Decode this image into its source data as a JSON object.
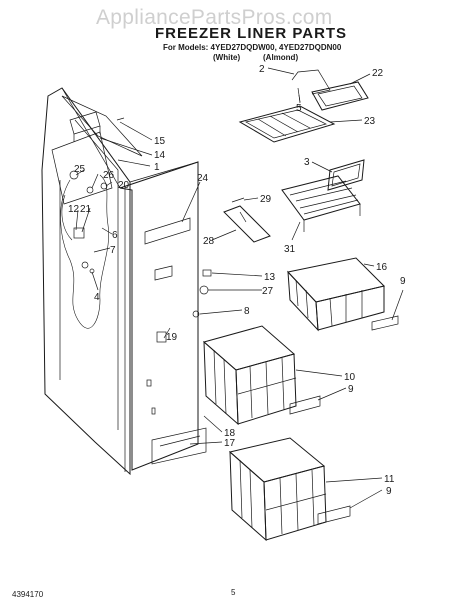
{
  "watermark": "AppliancePartsPros.com",
  "title": "FREEZER LINER PARTS",
  "models_line": "For Models: 4YED27DQDW00, 4YED27DQDN00",
  "variant_white": "(White)",
  "variant_almond": "(Almond)",
  "doc_number": "4394170",
  "page_number": "5",
  "callouts": [
    "2",
    "22",
    "5",
    "23",
    "15",
    "14",
    "1",
    "25",
    "26",
    "20",
    "3",
    "24",
    "29",
    "12",
    "21",
    "6",
    "7",
    "28",
    "31",
    "4",
    "13",
    "27",
    "16",
    "9",
    "8",
    "19",
    "10",
    "9",
    "18",
    "17",
    "11",
    "9"
  ]
}
